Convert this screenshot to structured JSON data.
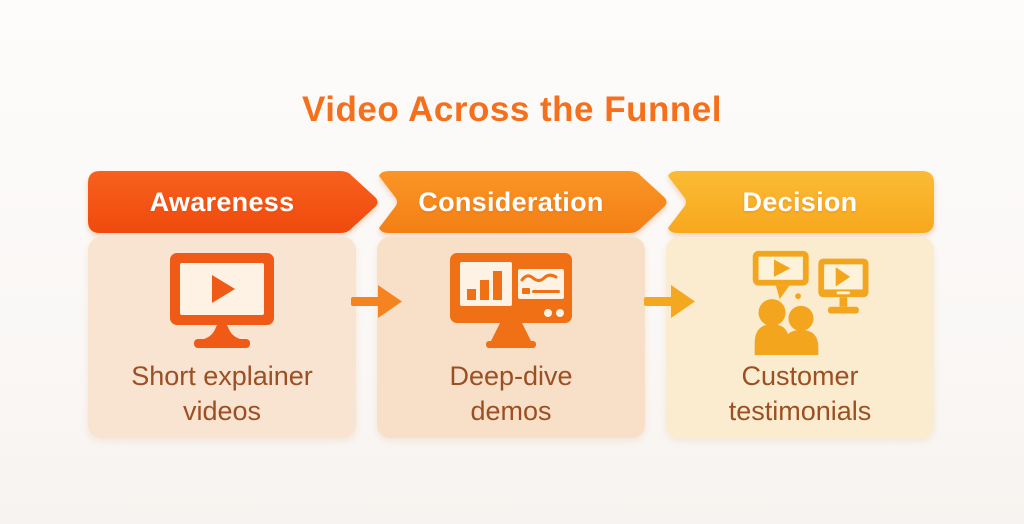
{
  "title": "Video Across the Funnel",
  "title_color": "#f4701c",
  "caption_text_color": "#9c4f22",
  "stages": [
    {
      "label": "Awareness",
      "caption": "Short explainer\nvideos",
      "icon": "play-video-monitor-icon",
      "banner_color": "#f4530f",
      "card_color": "#f9e3d1"
    },
    {
      "label": "Consideration",
      "caption": "Deep-dive\ndemos",
      "icon": "analytics-demo-monitor-icon",
      "banner_color": "#f78b1e",
      "card_color": "#f8e0c8"
    },
    {
      "label": "Decision",
      "caption": "Customer\ntestimonials",
      "icon": "customer-testimonial-people-icon",
      "banner_color": "#f9b01e",
      "card_color": "#fbecd0"
    }
  ],
  "connectors": [
    {
      "icon": "arrow-right-icon",
      "color": "#f5831f"
    },
    {
      "icon": "arrow-right-icon",
      "color": "#f3a81f"
    }
  ]
}
